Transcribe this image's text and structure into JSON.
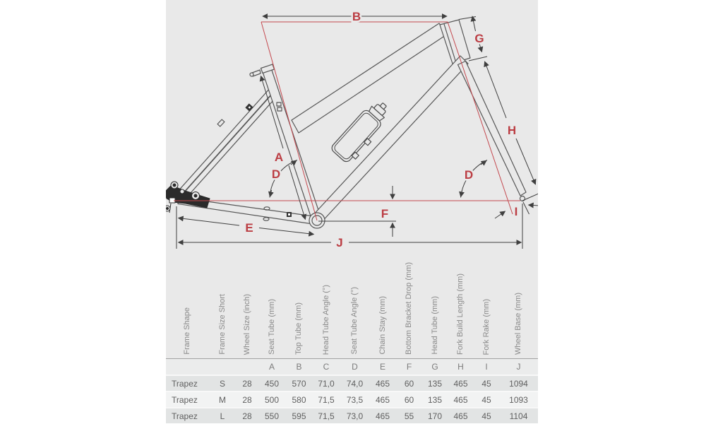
{
  "diagram": {
    "labels": {
      "top_tube_length": "B",
      "head_tube_length": "G",
      "fork_build_length": "H",
      "seat_tube_length": "A",
      "seat_tube_angle": "D",
      "head_tube_angle": "D",
      "chain_stay": "E",
      "bottom_bracket_drop": "F",
      "fork_rake": "I",
      "wheel_base": "J"
    }
  },
  "table": {
    "headers": [
      "Frame Shape",
      "Frame Size Short",
      "Wheel Size (inch)",
      "Seat Tube (mm)",
      "Top Tube (mm)",
      "Head Tube Angle (°)",
      "Seat Tube Angle (°)",
      "Chain Stay (mm)",
      "Bottom Bracket Drop (mm)",
      "Head Tube (mm)",
      "Fork Build Length (mm)",
      "Fork Rake (mm)",
      "Wheel Base (mm)"
    ],
    "letters": [
      "",
      "",
      "",
      "A",
      "B",
      "C",
      "D",
      "E",
      "F",
      "G",
      "H",
      "I",
      "J"
    ],
    "rows": [
      [
        "Trapez",
        "S",
        "28",
        "450",
        "570",
        "71,0",
        "74,0",
        "465",
        "60",
        "135",
        "465",
        "45",
        "1094"
      ],
      [
        "Trapez",
        "M",
        "28",
        "500",
        "580",
        "71,5",
        "73,5",
        "465",
        "60",
        "135",
        "465",
        "45",
        "1093"
      ],
      [
        "Trapez",
        "L",
        "28",
        "550",
        "595",
        "71,5",
        "73,0",
        "465",
        "55",
        "170",
        "465",
        "45",
        "1104"
      ]
    ]
  },
  "colors": {
    "panel_background": "#e9e9e9",
    "dimension_red": "#c4494f",
    "label_red": "#bb3d43",
    "line_dark": "#3f3f3f",
    "frame_stroke": "#565656"
  }
}
